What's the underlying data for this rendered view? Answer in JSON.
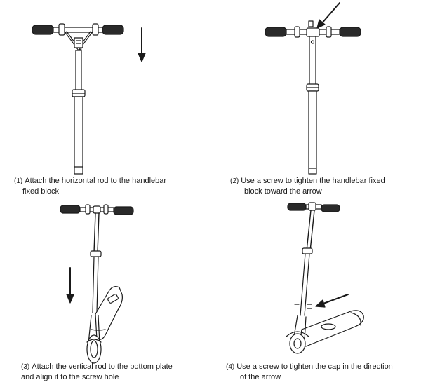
{
  "steps": [
    {
      "num": "(1)",
      "line1": "Attach the horizontal rod to the handlebar",
      "line2": "fixed block"
    },
    {
      "num": "(2)",
      "line1": "Use a screw to tighten the handlebar fixed",
      "line2": "block toward the arrow"
    },
    {
      "num": "(3)",
      "line1": "Attach the vertical rod to the bottom plate",
      "line2": "and align it to the screw hole"
    },
    {
      "num": "(4)",
      "line1": "Use a screw to tighten the cap in the direction",
      "line2": "of the arrow"
    }
  ],
  "colors": {
    "ink": "#1a1a1a",
    "grip": "#2a2a2a",
    "paper": "#ffffff"
  }
}
